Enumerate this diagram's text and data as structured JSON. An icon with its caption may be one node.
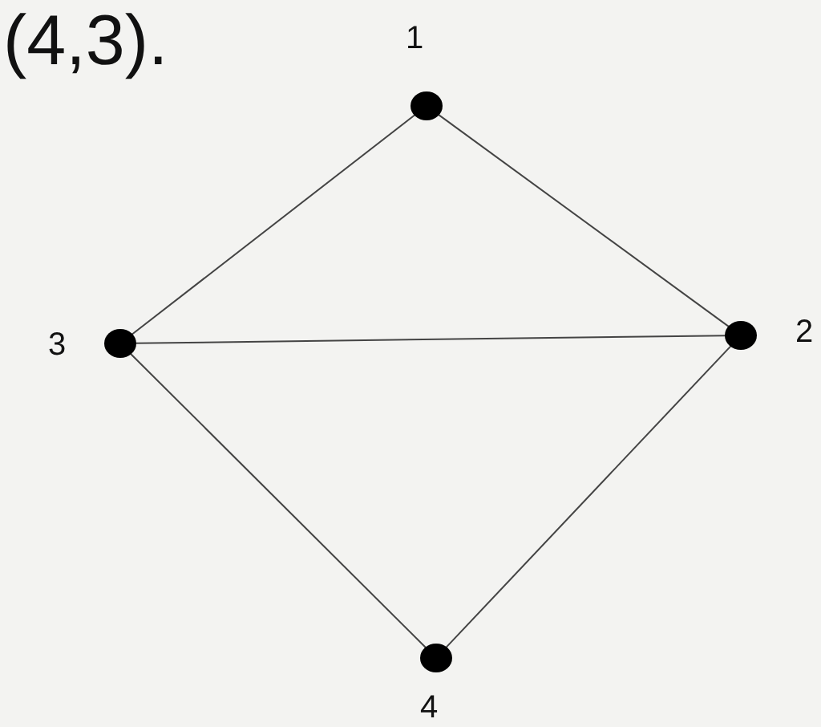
{
  "diagram": {
    "nodes": [
      {
        "text": [],
        "shape": "circle",
        "beside": [
          "1"
        ]
      },
      {
        "text": [],
        "shape": "circle",
        "beside": [
          "2"
        ]
      },
      {
        "text": [],
        "shape": "circle",
        "beside": [
          "3"
        ]
      },
      {
        "text": [],
        "shape": "circle",
        "beside": [
          "4"
        ]
      }
    ],
    "edges": [
      {
        "from": 0,
        "to": 1,
        "arrow": "none"
      },
      {
        "from": 0,
        "to": 2,
        "arrow": "none"
      },
      {
        "from": 2,
        "to": 1,
        "arrow": "none"
      },
      {
        "from": 2,
        "to": 3,
        "arrow": "none"
      },
      {
        "from": 3,
        "to": 1,
        "arrow": "none"
      }
    ],
    "labels": [
      "(4,3)."
    ]
  }
}
